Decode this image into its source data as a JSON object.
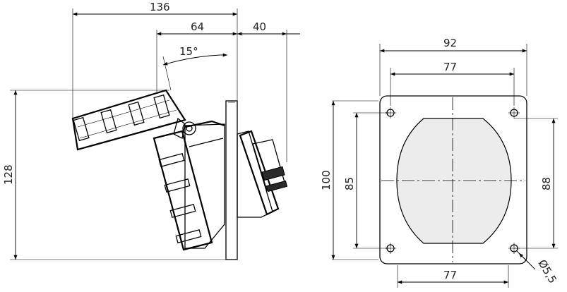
{
  "side_view": {
    "width_overall": "136",
    "width_socket": "64",
    "depth_rear": "40",
    "tilt_angle": "15°",
    "height_overall": "128"
  },
  "front_view": {
    "plate_width": "92",
    "hole_spacing_top": "77",
    "hole_spacing_bottom": "77",
    "plate_height": "100",
    "hole_spacing_vertical_left": "85",
    "hole_spacing_vertical_right": "88",
    "hole_diameter": "Ø5,5"
  }
}
